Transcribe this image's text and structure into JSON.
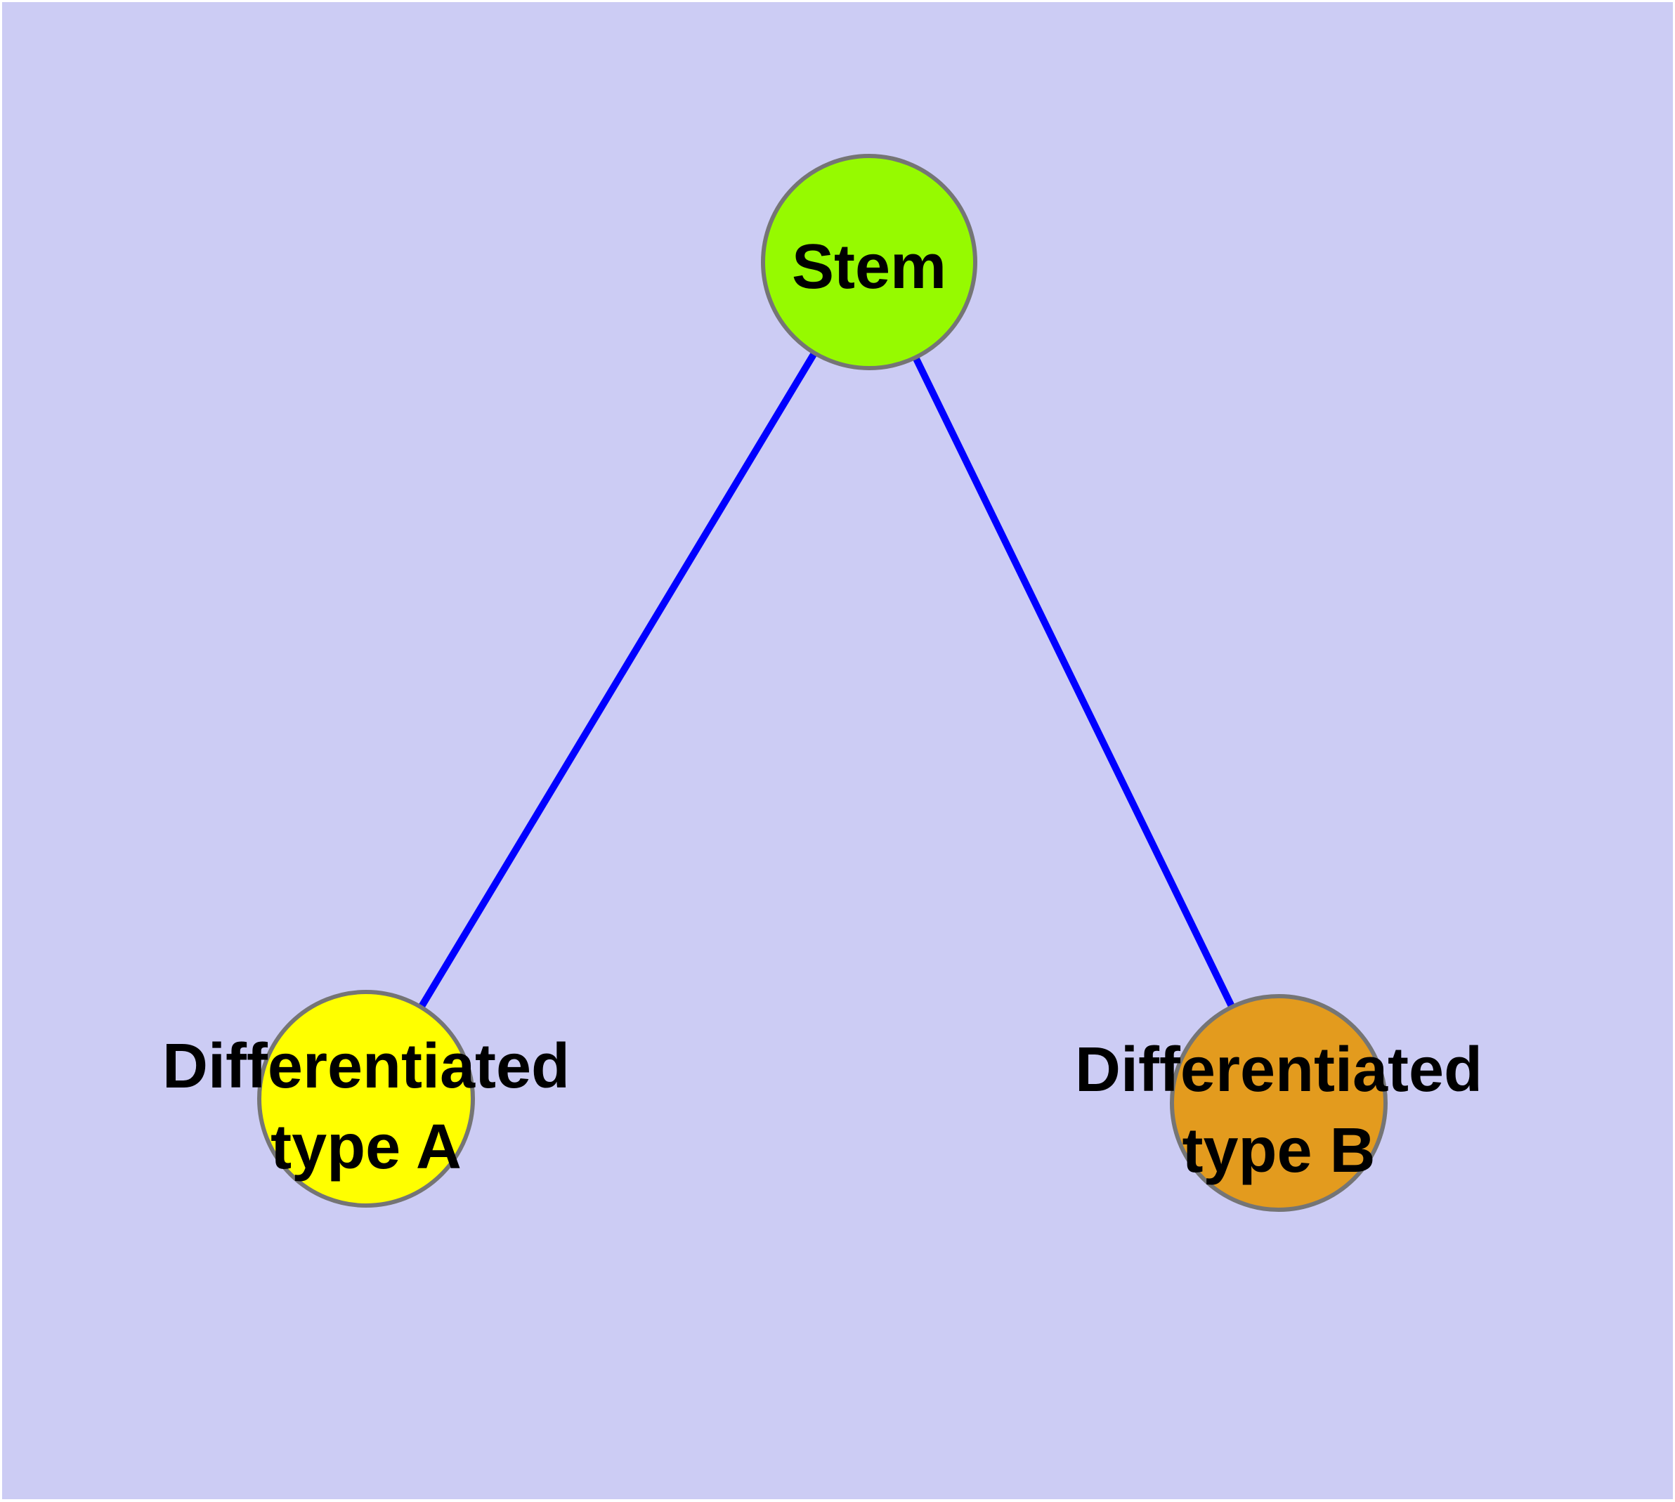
{
  "diagram": {
    "background_color": "#ccccf4",
    "page_margin_color": "#ffffff",
    "edge_color": "#0000ff",
    "node_border_color": "#757575",
    "label_color": "#000000",
    "nodes": {
      "stem": {
        "label": "Stem",
        "fill": "#96fa00"
      },
      "diff_a": {
        "label_lines": [
          "Differentiated",
          "type A"
        ],
        "fill": "#ffff00"
      },
      "diff_b": {
        "label_lines": [
          "Differentiated",
          "type B"
        ],
        "fill": "#e39b1e"
      }
    },
    "edges": [
      {
        "from": "Stem",
        "to": "Differentiated type A"
      },
      {
        "from": "Stem",
        "to": "Differentiated type B"
      }
    ]
  }
}
